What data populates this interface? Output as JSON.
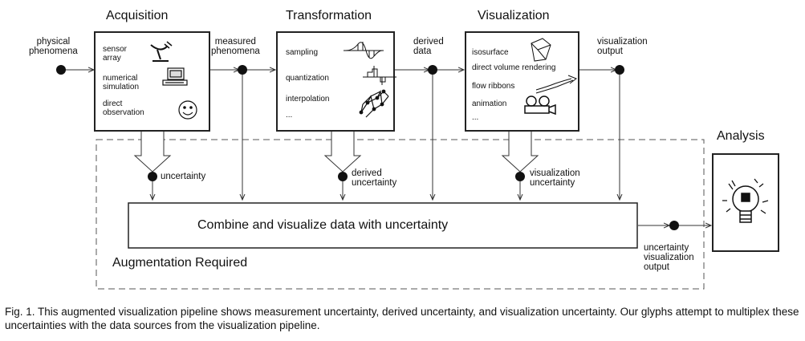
{
  "stages": {
    "acquisition": {
      "title": "Acquisition",
      "items": [
        "sensor\narray",
        "numerical\nsimulation",
        "direct\nobservation"
      ]
    },
    "transformation": {
      "title": "Transformation",
      "items": [
        "sampling",
        "quantization",
        "interpolation",
        "..."
      ]
    },
    "visualization": {
      "title": "Visualization",
      "items": [
        "isosurface",
        "direct volume rendering",
        "flow ribbons",
        "animation",
        "..."
      ]
    },
    "analysis": {
      "title": "Analysis"
    }
  },
  "nodes": {
    "physical": "physical\nphenomena",
    "measured": "measured\nphenomena",
    "derived": "derived\ndata",
    "vis_output": "visualization\noutput",
    "uncertainty": "uncertainty",
    "derived_uncertainty": "derived\nuncertainty",
    "vis_uncertainty": "visualization\nuncertainty",
    "uv_output": "uncertainty\nvisualization\noutput"
  },
  "combine_label": "Combine and visualize data with uncertainty",
  "augmentation_label": "Augmentation Required",
  "caption": "Fig. 1. This augmented visualization pipeline shows measurement uncertainty, derived uncertainty, and visualization uncertainty. Our glyphs attempt to multiplex these uncertainties with the data sources from the visualization pipeline."
}
